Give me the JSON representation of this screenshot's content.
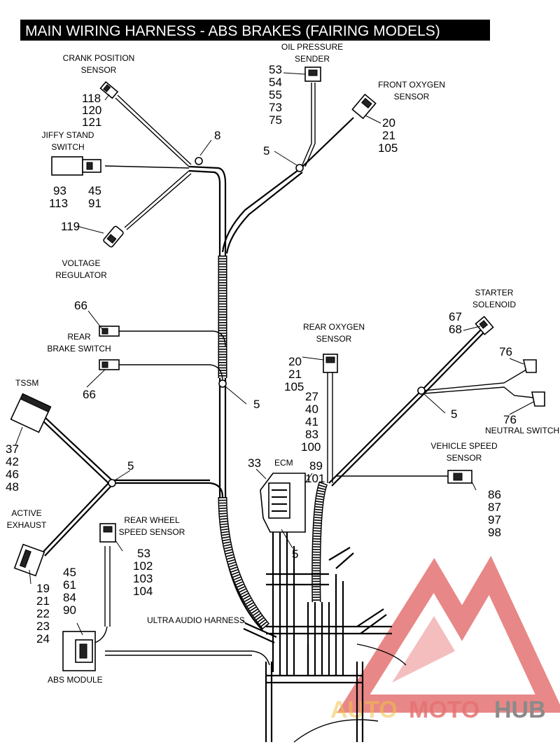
{
  "title": "MAIN WIRING HARNESS - ABS BRAKES (FAIRING MODELS)",
  "components": {
    "crank_position_sensor": {
      "label": [
        "CRANK POSITION",
        "SENSOR"
      ],
      "refs": [
        "118",
        "120",
        "121"
      ]
    },
    "jiffy_stand_switch": {
      "label": [
        "JIFFY STAND",
        "SWITCH"
      ],
      "refs_left": [
        "93",
        "113"
      ],
      "refs_right": [
        "45",
        "91"
      ]
    },
    "voltage_regulator": {
      "label": [
        "VOLTAGE",
        "REGULATOR"
      ],
      "refs": [
        "119"
      ]
    },
    "oil_pressure_sender": {
      "label": [
        "OIL PRESSURE",
        "SENDER"
      ],
      "refs": [
        "53",
        "54",
        "55",
        "73",
        "75"
      ]
    },
    "front_oxygen_sensor": {
      "label": [
        "FRONT OXYGEN",
        "SENSOR"
      ],
      "refs": [
        "20",
        "21",
        "105"
      ]
    },
    "rear_brake_switch": {
      "label": [
        "REAR",
        "BRAKE SWITCH"
      ],
      "refs_top": [
        "66"
      ],
      "refs_bottom": [
        "66"
      ]
    },
    "tssm": {
      "label": [
        "TSSM"
      ],
      "refs": [
        "37",
        "42",
        "46",
        "48"
      ]
    },
    "rear_oxygen_sensor": {
      "label": [
        "REAR OXYGEN",
        "SENSOR"
      ],
      "refs": [
        "20",
        "21",
        "105"
      ]
    },
    "ecm": {
      "label": [
        "ECM"
      ],
      "refs_left": [
        "33"
      ],
      "refs_center": [
        "27",
        "40",
        "41",
        "83",
        "100"
      ],
      "refs_right": [
        "89",
        "101"
      ]
    },
    "starter_solenoid": {
      "label": [
        "STARTER",
        "SOLENOID"
      ],
      "refs": [
        "67",
        "68"
      ]
    },
    "neutral_switch": {
      "label": [
        "NEUTRAL SWITCH"
      ],
      "refs_top": [
        "76"
      ],
      "refs_bottom": [
        "76"
      ]
    },
    "vehicle_speed_sensor": {
      "label": [
        "VEHICLE SPEED",
        "SENSOR"
      ],
      "refs": [
        "86",
        "87",
        "97",
        "98"
      ]
    },
    "active_exhaust": {
      "label": [
        "ACTIVE",
        "EXHAUST"
      ],
      "refs": [
        "19",
        "21",
        "22",
        "23",
        "24"
      ]
    },
    "rear_wheel_speed_sensor": {
      "label": [
        "REAR WHEEL",
        "SPEED SENSOR"
      ],
      "refs": [
        "53",
        "102",
        "103",
        "104"
      ]
    },
    "abs_module": {
      "label": [
        "ABS MODULE"
      ],
      "refs": [
        "45",
        "61",
        "84",
        "90"
      ]
    },
    "ultra_audio_harness": {
      "label": [
        "ULTRA AUDIO HARNESS"
      ]
    }
  },
  "clip_callouts": [
    "8",
    "5",
    "5",
    "5",
    "5",
    "5"
  ],
  "watermark": {
    "part1": "AUTO",
    "part2": "MOTO",
    "part3": "HUB",
    "color_red": "#e57373",
    "color_gray": "#8a8a8a"
  },
  "colors": {
    "title_bg": "#000000",
    "title_text": "#ffffff",
    "line": "#000000"
  }
}
